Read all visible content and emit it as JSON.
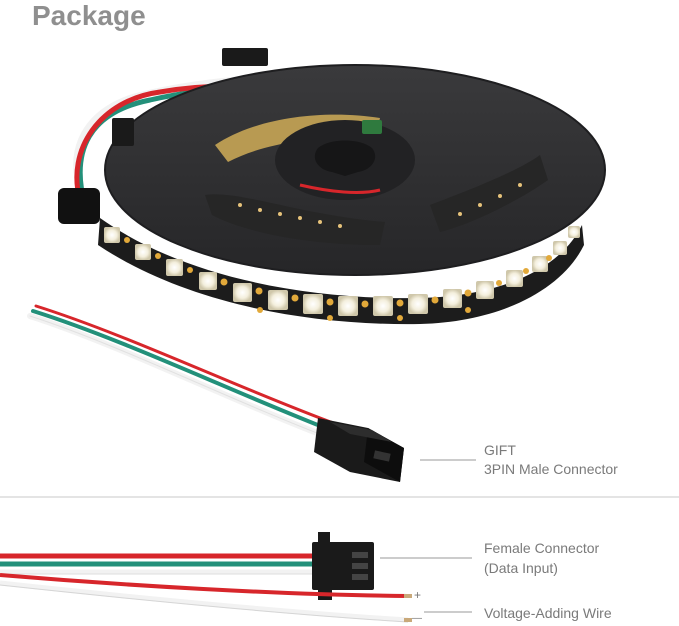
{
  "title": "Package",
  "labels": {
    "gift_line1": "GIFT",
    "gift_line2": "3PIN Male Connector",
    "female_line1": "Female Connector",
    "female_line2": "(Data Input)",
    "voltage": "Voltage-Adding Wire",
    "plus": "+",
    "minus": "—"
  },
  "colors": {
    "wire_red": "#d7262b",
    "wire_green": "#23907a",
    "wire_white": "#f2f2f2",
    "reel": "#2f2f31",
    "strip": "#1c1c1c",
    "led": "#f7f3e4",
    "pad": "#e2a93a",
    "title_gray": "#8f8f8f",
    "divider": "#c9c9c9"
  },
  "led_strip": {
    "led_count": 16
  }
}
